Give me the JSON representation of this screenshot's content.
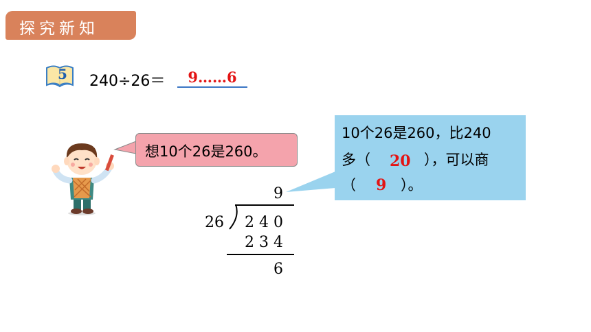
{
  "header": {
    "title": "探究新知"
  },
  "example": {
    "number": "5",
    "equation": "240÷26＝",
    "answer": "9……6"
  },
  "speech": {
    "text": "想10个26是260。"
  },
  "hint": {
    "line1": "10个26是260，比240",
    "line2_prefix": "多（",
    "value1": "20",
    "line2_suffix": "），可以商",
    "line3_prefix": "（",
    "value2": "9",
    "line3_suffix": "）。"
  },
  "long_division": {
    "quotient": "9",
    "divisor": "26",
    "dividend": "2 4 0",
    "product": "2 3 4",
    "remainder": "6"
  },
  "colors": {
    "header_bg": "#d9825b",
    "speech_bg": "#f4a3ac",
    "hint_bg": "#9ad3ee",
    "answer_red": "#e31414",
    "underline_blue": "#3a76c4"
  }
}
